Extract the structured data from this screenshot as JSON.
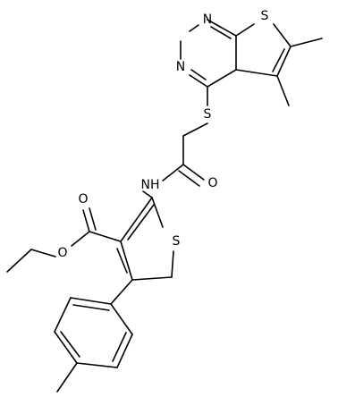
{
  "diagram": {
    "type": "chemical-structure",
    "atom_labels": {
      "n_top": "N",
      "n_left": "N",
      "s_fused_ring": "S",
      "s_thioether": "S",
      "nh_amide": "NH",
      "o_amide": "O",
      "s_thiophene": "S",
      "o_ester_carbonyl": "O",
      "o_ester_ether": "O"
    }
  }
}
